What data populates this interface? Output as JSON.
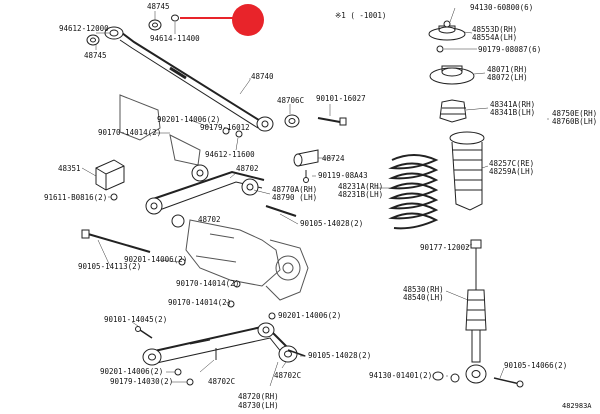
{
  "diagram": {
    "note": "※1 ( -1001)",
    "drawing_code": "482983A",
    "marker_color": "#e8242a",
    "labels": {
      "p48745_top": "48745",
      "p94612_12000": "94612-12000",
      "p94614_11400": "94614-11400",
      "p48745_left": "48745",
      "p48740": "48740",
      "p48706C": "48706C",
      "p90101_16027": "90101-16027",
      "p90201_14006_a": "90201-14006(2)",
      "p90170_14014_a": "90170-14014(2)",
      "p90179_16012": "90179-16012",
      "p94612_11600": "94612-11600",
      "p48724": "48724",
      "p90119_08A43": "90119-08A43",
      "p48351": "48351",
      "p91611_B0816": "91611-B0816(2)",
      "p48702_a": "48702",
      "p48770A": "48770A(RH)",
      "p48790": "48790  (LH)",
      "p48702_b": "48702",
      "p90105_14028_a": "90105-14028(2)",
      "p90105_14113": "90105-14113(2)",
      "p90201_14006_b": "90201-14006(2)",
      "p90170_14014_b": "90170-14014(2)",
      "p90170_14014_c": "90170-14014(2)",
      "p90101_14045": "90101-14045(2)",
      "p90201_14006_c": "90201-14006(2)",
      "p90201_14006_d": "90201-14006(2)",
      "p90179_14030": "90179-14030(2)",
      "p48702C_a": "48702C",
      "p48702C_b": "48702C",
      "p48720": "48720(RH)",
      "p48730": "48730(LH)",
      "p90105_14028_b": "90105-14028(2)",
      "p94130_60800": "94130-60800(6)",
      "p48553D": "48553D(RH)",
      "p48554A": "48554A(LH)",
      "p90179_08087": "90179-08087(6)",
      "p48071": "48071(RH)",
      "p48072": "48072(LH)",
      "p48341A": "48341A(RH)",
      "p48341B": "48341B(LH)",
      "p48750E": "48750E(RH)",
      "p48760B": "48760B(LH)",
      "p48257C": "48257C(RE)",
      "p48259A": "48259A(LH)",
      "p48231A": "48231A(RH)",
      "p48231B": "48231B(LH)",
      "p90177_12002": "90177-12002",
      "p48530": "48530(RH)",
      "p48540": "48540(LH)",
      "p94130_01401": "94130-01401(2)",
      "p90105_14066": "90105-14066(2)"
    }
  }
}
